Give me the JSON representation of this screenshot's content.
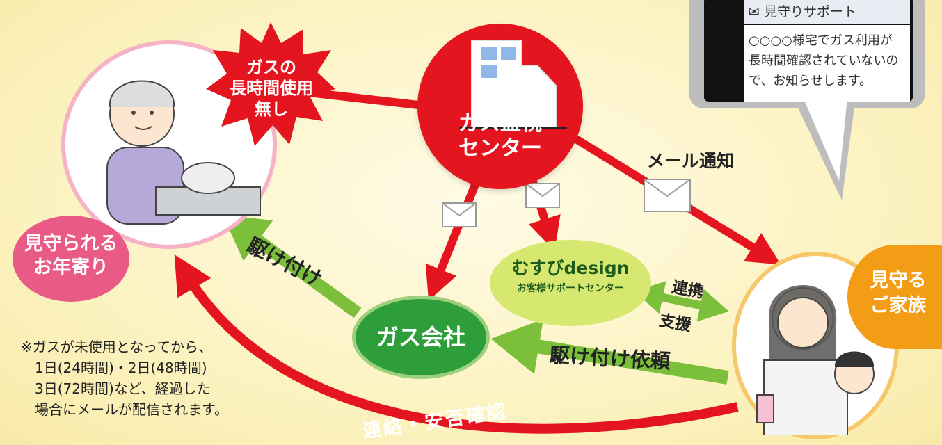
{
  "diagram": {
    "center": "ガス監視\nセンター",
    "burst": "ガスの\n長時間使用\n無し",
    "elder_label": "見守られる\nお年寄り",
    "family_label": "見守る\nご家族",
    "gas_company": "ガス会社",
    "support_name": "むすびdesign",
    "support_sub": "お客様サポートセンター",
    "edge_mail": "メール通知",
    "edge_rush": "駆け付け",
    "edge_link": "連携",
    "edge_assist": "支援",
    "edge_request": "駆け付け依頼",
    "edge_contact": "連絡・安否確認",
    "note_lines": [
      "※ガスが未使用となってから、",
      "1日(24時間)・2日(48時間)",
      "3日(72時間)など、経過した",
      "場合にメールが配信されます。"
    ],
    "phone_header": "見守りサポート",
    "phone_message_lines": [
      "○○○○様宅でガス利用が",
      "長時間確認されていないの",
      "で、お知らせします。"
    ]
  },
  "colors": {
    "red": "#e4151e",
    "green": "#7cbf3a",
    "pink": "#ea5a86",
    "orange": "#f39c16"
  }
}
